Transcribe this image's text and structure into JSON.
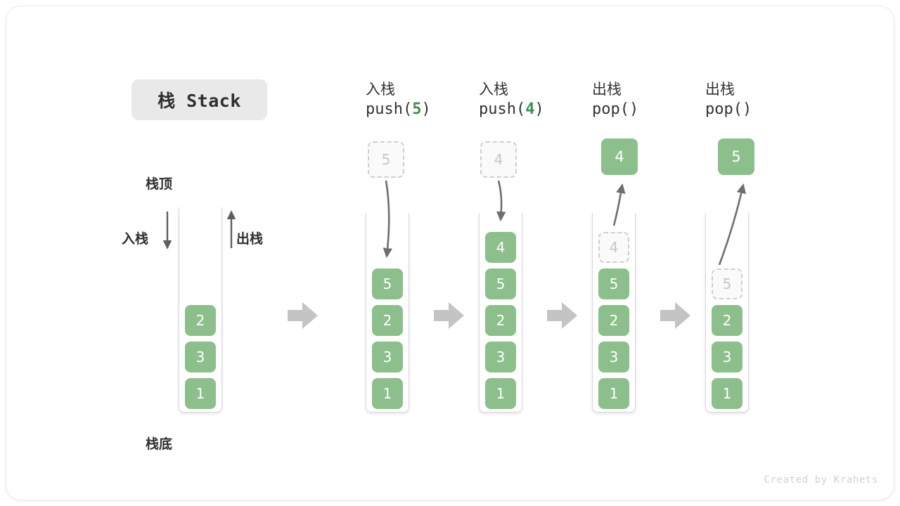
{
  "card": {
    "title_chip": "栈 Stack",
    "watermark": "Created by Krahets"
  },
  "legend": {
    "top_label": "栈顶",
    "bottom_label": "栈底",
    "push_label": "入栈",
    "pop_label": "出栈"
  },
  "columns": [
    {
      "id": "initial",
      "caption_cn": "",
      "caption_code": "",
      "caption_arg": "",
      "cells": [
        "2",
        "3",
        "1"
      ],
      "floater": null,
      "ghost_in_stack": null
    },
    {
      "id": "push5",
      "caption_cn": "入栈",
      "caption_code_pre": "push(",
      "caption_arg": "5",
      "caption_code_post": ")",
      "cells": [
        "5",
        "2",
        "3",
        "1"
      ],
      "floater": {
        "value": "5",
        "style": "ghost"
      },
      "ghost_in_stack": null
    },
    {
      "id": "push4",
      "caption_cn": "入栈",
      "caption_code_pre": "push(",
      "caption_arg": "4",
      "caption_code_post": ")",
      "cells": [
        "4",
        "5",
        "2",
        "3",
        "1"
      ],
      "floater": {
        "value": "4",
        "style": "ghost"
      },
      "ghost_in_stack": null
    },
    {
      "id": "pop4",
      "caption_cn": "出栈",
      "caption_code_pre": "pop(",
      "caption_arg": "",
      "caption_code_post": ")",
      "cells": [
        "5",
        "2",
        "3",
        "1"
      ],
      "floater": {
        "value": "4",
        "style": "solid"
      },
      "ghost_in_stack": {
        "value": "4",
        "slot": 0
      }
    },
    {
      "id": "pop5",
      "caption_cn": "出栈",
      "caption_code_pre": "pop(",
      "caption_arg": "",
      "caption_code_post": ")",
      "cells": [
        "2",
        "3",
        "1"
      ],
      "floater": {
        "value": "5",
        "style": "solid"
      },
      "ghost_in_stack": {
        "value": "5",
        "slot": 0
      }
    }
  ],
  "flow_arrows": 4,
  "colors": {
    "cell_green": "#8cbf8c",
    "accent_green": "#3f8f4f",
    "ghost_border": "#cfcfcf",
    "ghost_text": "#c6c6c6",
    "tube_border": "#d8d8d8",
    "flow_arrow": "#c4c4c4",
    "curve_arrow": "#6e6e6e",
    "chip_bg": "#e9e9e9",
    "text": "#2f2f2f",
    "watermark": "#d2d2d2"
  }
}
